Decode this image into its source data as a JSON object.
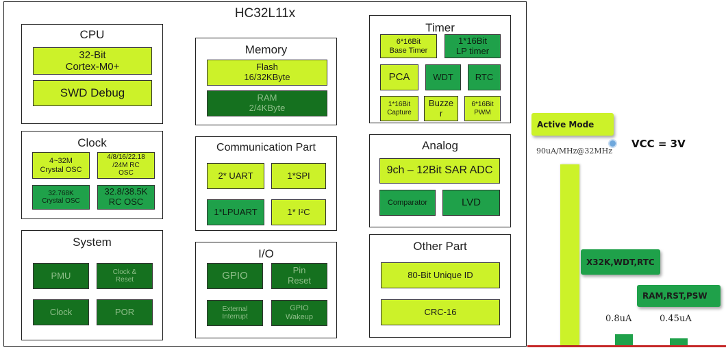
{
  "main_title": "HC32L11x",
  "cpu": {
    "title": "CPU",
    "core": "32-Bit\nCortex-M0+",
    "debug": "SWD Debug"
  },
  "clock": {
    "title": "Clock",
    "osc1": "4~32M\nCrystal OSC",
    "osc2": "4/8/16/22.18\n/24M RC\nOSC",
    "osc3": "32.768K\nCrystal OSC",
    "osc4": "32.8/38.5K\nRC OSC"
  },
  "system": {
    "title": "System",
    "pmu": "PMU",
    "clock_reset": "Clock &\nReset",
    "clock": "Clock",
    "por": "POR"
  },
  "memory": {
    "title": "Memory",
    "flash": "Flash\n16/32KByte",
    "ram": "RAM\n2/4KByte"
  },
  "comm": {
    "title": "Communication Part",
    "uart": "2* UART",
    "spi": "1*SPI",
    "lpuart": "1*LPUART",
    "i2c": "1* I²C"
  },
  "io": {
    "title": "I/O",
    "gpio": "GPIO",
    "pin_reset": "Pin\nReset",
    "ext_int": "External\nInterrupt",
    "gpio_wakeup": "GPIO\nWakeup"
  },
  "timer": {
    "title": "Timer",
    "base": "6*16Bit\nBase Timer",
    "lp": "1*16Bit\nLP timer",
    "pca": "PCA",
    "wdt": "WDT",
    "rtc": "RTC",
    "capture": "1*16Bit\nCapture",
    "buzzer": "Buzze\nr",
    "pwm": "6*16Bit\nPWM"
  },
  "analog": {
    "title": "Analog",
    "adc": "9ch – 12Bit SAR ADC",
    "comparator": "Comparator",
    "lvd": "LVD"
  },
  "other": {
    "title": "Other Part",
    "uid": "80-Bit Unique ID",
    "crc": "CRC-16"
  },
  "power": {
    "active_label": "Active Mode",
    "active_value": "90uA/MHz@32MHz",
    "vcc": "VCC = 3V",
    "level2_label": "X32K,WDT,RTC",
    "level2_value": "0.8uA",
    "level3_label": "RAM,RST,PSW",
    "level3_value": "0.45uA"
  },
  "colors": {
    "lime": "#ccf229",
    "mid_green": "#1fa14a",
    "dark_green": "#15711f",
    "axis_red": "#c62828"
  }
}
